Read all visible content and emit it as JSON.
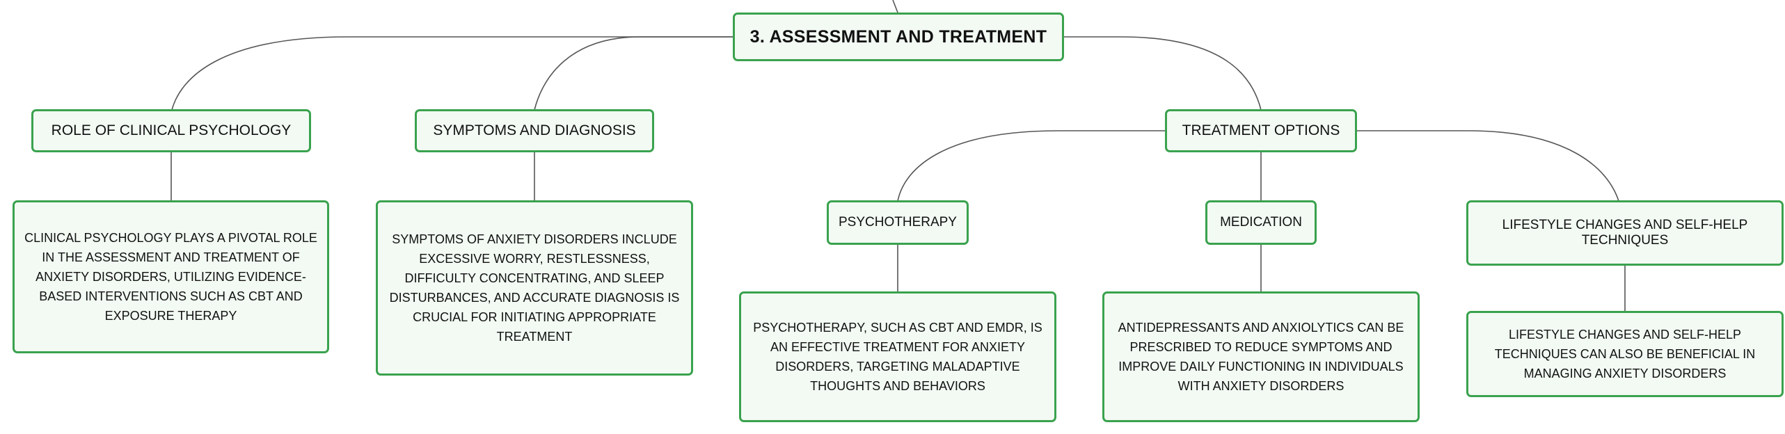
{
  "diagram": {
    "colors": {
      "border": "#3aa24e",
      "fill": "#f2faf3",
      "line": "#555555",
      "text": "#111111"
    },
    "root": {
      "label": "3. ASSESSMENT AND TREATMENT"
    },
    "branches": [
      {
        "label": "ROLE OF CLINICAL PSYCHOLOGY",
        "description": "CLINICAL PSYCHOLOGY PLAYS A PIVOTAL ROLE IN THE ASSESSMENT AND TREATMENT OF ANXIETY DISORDERS, UTILIZING EVIDENCE-BASED INTERVENTIONS SUCH AS CBT AND EXPOSURE THERAPY"
      },
      {
        "label": "SYMPTOMS AND DIAGNOSIS",
        "description": "SYMPTOMS OF ANXIETY DISORDERS INCLUDE EXCESSIVE WORRY, RESTLESSNESS, DIFFICULTY CONCENTRATING, AND SLEEP DISTURBANCES, AND ACCURATE DIAGNOSIS IS CRUCIAL FOR INITIATING APPROPRIATE TREATMENT"
      },
      {
        "label": "TREATMENT OPTIONS",
        "children": [
          {
            "label": "PSYCHOTHERAPY",
            "description": "PSYCHOTHERAPY, SUCH AS CBT AND EMDR, IS AN EFFECTIVE TREATMENT FOR ANXIETY DISORDERS, TARGETING MALADAPTIVE THOUGHTS AND BEHAVIORS"
          },
          {
            "label": "MEDICATION",
            "description": "ANTIDEPRESSANTS AND ANXIOLYTICS CAN BE PRESCRIBED TO REDUCE SYMPTOMS AND IMPROVE DAILY FUNCTIONING IN INDIVIDUALS WITH ANXIETY DISORDERS"
          },
          {
            "label": "LIFESTYLE CHANGES AND SELF-HELP TECHNIQUES",
            "description": "LIFESTYLE CHANGES AND SELF-HELP TECHNIQUES CAN ALSO BE BENEFICIAL IN MANAGING ANXIETY DISORDERS"
          }
        ]
      }
    ]
  }
}
